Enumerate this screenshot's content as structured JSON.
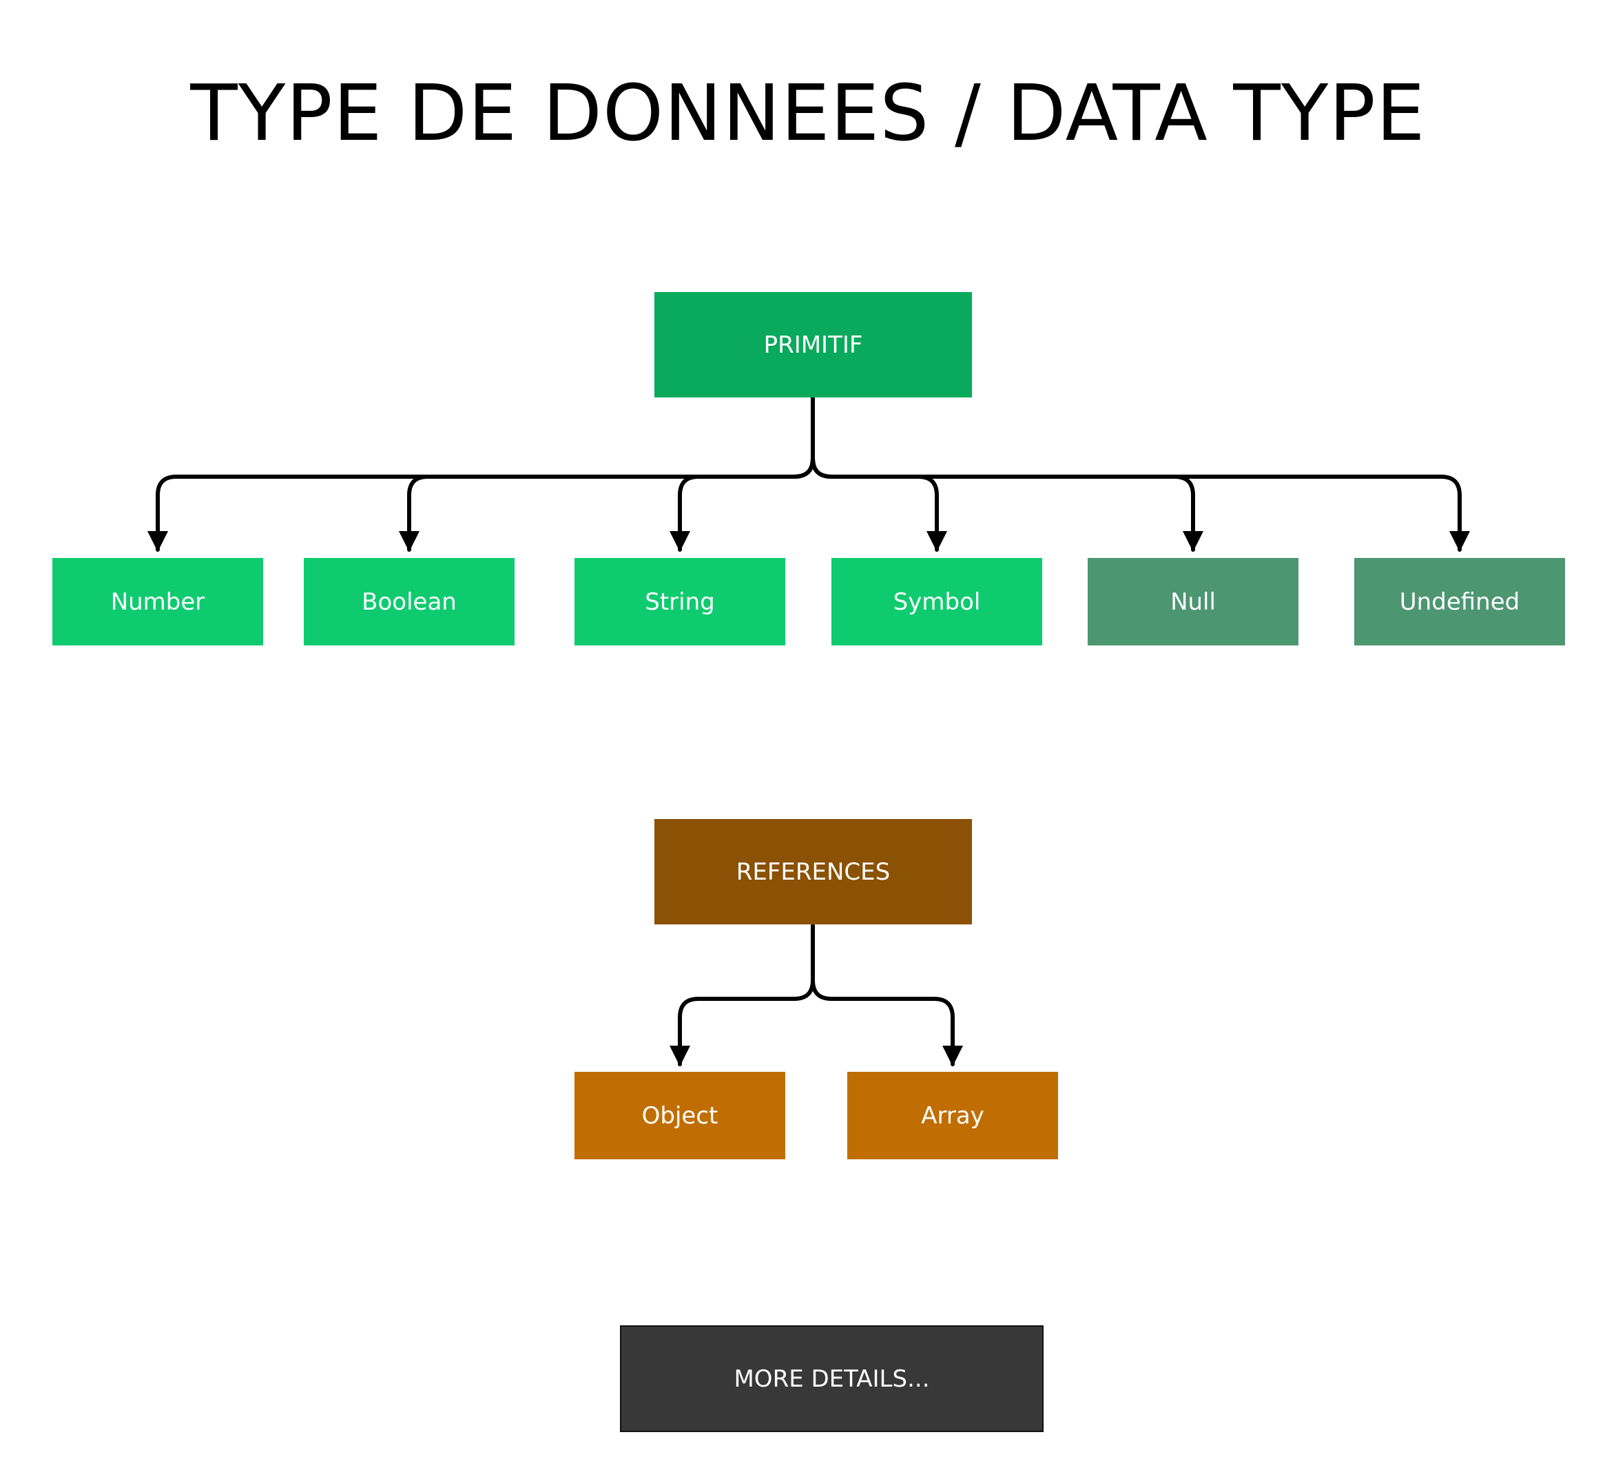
{
  "title": "TYPE DE DONNEES / DATA TYPE",
  "primitive": {
    "label": "PRIMITIF",
    "color": "#0AAA5C",
    "children": [
      {
        "label": "Number",
        "color": "#0FCB6F"
      },
      {
        "label": "Boolean",
        "color": "#0FCB6F"
      },
      {
        "label": "String",
        "color": "#0FCB6F"
      },
      {
        "label": "Symbol",
        "color": "#0FCB6F"
      },
      {
        "label": "Null",
        "color": "#4D9672"
      },
      {
        "label": "Undefined",
        "color": "#4D9672"
      }
    ]
  },
  "references": {
    "label": "REFERENCES",
    "color": "#8B5104",
    "children": [
      {
        "label": "Object",
        "color": "#C06E03"
      },
      {
        "label": "Array",
        "color": "#C06E03"
      }
    ]
  },
  "more_button": {
    "label": "MORE DETAILS...",
    "color": "#383838"
  }
}
